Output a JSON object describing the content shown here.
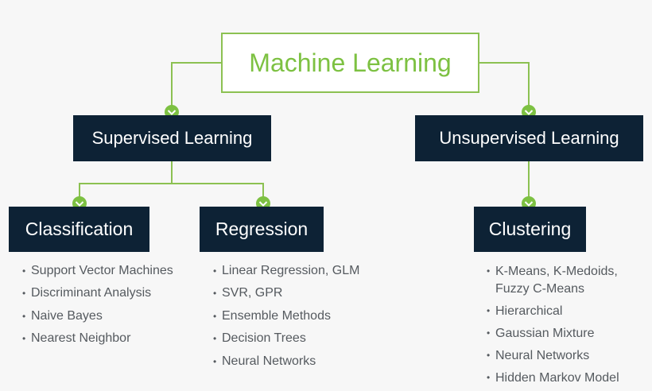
{
  "title": "Machine Learning",
  "supervised": {
    "label": "Supervised Learning",
    "classification": {
      "label": "Classification",
      "items": [
        "Support Vector Machines",
        "Discriminant Analysis",
        "Naive Bayes",
        "Nearest Neighbor"
      ]
    },
    "regression": {
      "label": "Regression",
      "items": [
        "Linear Regression, GLM",
        "SVR, GPR",
        "Ensemble Methods",
        "Decision Trees",
        "Neural Networks"
      ]
    }
  },
  "unsupervised": {
    "label": "Unsupervised Learning",
    "clustering": {
      "label": "Clustering",
      "items_first_line": "K-Means, K-Medoids,",
      "items_first_line_cont": "Fuzzy C-Means",
      "items": [
        "Hierarchical",
        "Gaussian Mixture",
        "Neural Networks",
        "Hidden Markov Model"
      ]
    }
  },
  "colors": {
    "accent_green": "#7dc142",
    "node_navy": "#0d2235",
    "list_text": "#555a5f"
  },
  "icons": {
    "connector_marker": "chevron-down-circle-icon"
  }
}
